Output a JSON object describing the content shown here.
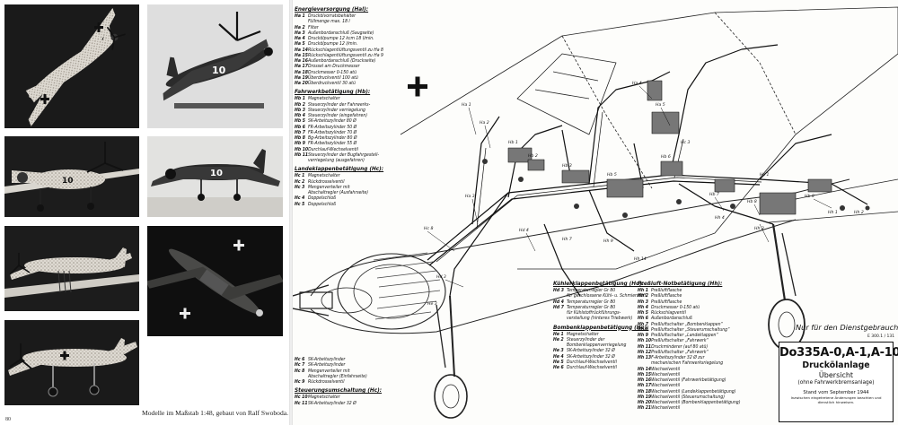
{
  "left_page": {
    "caption": "Modelle im Maßstab 1:48, gebaut von Ralf Swoboda.",
    "page_number": "80",
    "photos": [
      {
        "name": "model-photo-top-view",
        "tail_number": ""
      },
      {
        "name": "model-photo-dark-banking",
        "tail_number": "10"
      },
      {
        "name": "model-photo-light-front",
        "tail_number": "10"
      },
      {
        "name": "model-photo-dark-ground",
        "tail_number": "10"
      },
      {
        "name": "model-photo-light-side",
        "tail_number": ""
      },
      {
        "name": "model-photo-dark-top",
        "tail_number": ""
      },
      {
        "name": "model-photo-light-undercarriage",
        "tail_number": ""
      }
    ]
  },
  "right_page": {
    "legend_a": {
      "groups": [
        {
          "heading": "Energieversorgung (Hal):",
          "items": [
            {
              "code": "Ha 1",
              "text": "Druckölvorratsbehälter"
            },
            {
              "code": "",
              "text": "Füllmenge max. 18 l"
            },
            {
              "code": "Ha 2",
              "text": "Filter"
            },
            {
              "code": "Ha 3",
              "text": "Außenbordanschluß (Saugseite)"
            },
            {
              "code": "Ha 4",
              "text": "Druckölpumpe 12 kcm 18 l/min."
            },
            {
              "code": "Ha 5",
              "text": "Druckölpumpe 12 l/min."
            },
            {
              "code": "Ha 14",
              "text": "Rückschlagentlüftungsventil zu Ha 8"
            },
            {
              "code": "Ha 15",
              "text": "Rückschlagentlüftungsventil zu Ha 9"
            },
            {
              "code": "Ha 16",
              "text": "Außenbordanschluß (Druckseite)"
            },
            {
              "code": "Ha 17",
              "text": "Drossel am Druckmesser"
            },
            {
              "code": "Ha 18",
              "text": "Druckmesser 0-150 atü"
            },
            {
              "code": "Ha 19",
              "text": "Überdruckventil 100 atü"
            },
            {
              "code": "Ha 20",
              "text": "Überdruckventil 30 atü"
            }
          ]
        },
        {
          "heading": "Fahrwerkbetätigung (Hb):",
          "items": [
            {
              "code": "Hb 1",
              "text": "Magnetschalter"
            },
            {
              "code": "Hb 2",
              "text": "Steuerzylinder der Fahrwerks-"
            },
            {
              "code": "Hb 3",
              "text": "Steuerzylinder verriegelung"
            },
            {
              "code": "Hb 4",
              "text": "Steuerzylinder (eingefahren)"
            },
            {
              "code": "Hb 5",
              "text": "SK-Arbeitszylinder 80 Ø"
            },
            {
              "code": "Hb 6",
              "text": "FR-Arbeitszylinder 50 Ø"
            },
            {
              "code": "Hb 7",
              "text": "FR-Arbeitszylinder 70 Ø"
            },
            {
              "code": "Hb 8",
              "text": "Bg-Arbeitszylinder 80 Ø"
            },
            {
              "code": "Hb 9",
              "text": "FR-Arbeitszylinder 55 Ø"
            },
            {
              "code": "Hb 10",
              "text": "Durchlauf-Wechselventil"
            },
            {
              "code": "Hb 11",
              "text": "Steuerzylinder der Bugfahrgestell-"
            },
            {
              "code": "",
              "text": "verriegelung (ausgefahren)"
            }
          ]
        },
        {
          "heading": "Landeklappenbetätigung (Hc):",
          "items": [
            {
              "code": "Hc 1",
              "text": "Magnetschalter"
            },
            {
              "code": "Hc 2",
              "text": "Rückdrosselventil"
            },
            {
              "code": "Hc 3",
              "text": "Mengenverteiler mit"
            },
            {
              "code": "",
              "text": "Abschaltregler (Ausfahrseite)"
            },
            {
              "code": "Hc 4",
              "text": "Doppelschloß"
            },
            {
              "code": "Hc 5",
              "text": "Doppelschloß"
            }
          ]
        }
      ]
    },
    "legend_b": {
      "groups": [
        {
          "heading": "Kühlerklappenbetätigung (Hd):",
          "items": [
            {
              "code": "Hd 3",
              "text": "Temperaturregler Gr 80"
            },
            {
              "code": "",
              "text": "für geschlossene Kühl- u. Schmierstoff-"
            },
            {
              "code": "Hd 4",
              "text": "Temperaturregler Gr 80"
            },
            {
              "code": "Hd 7",
              "text": "Temperaturregler Gr 80"
            },
            {
              "code": "",
              "text": "für Kühlstoffrückführungs-"
            },
            {
              "code": "",
              "text": "verstellung (hinteres Triebwerk)"
            }
          ]
        },
        {
          "heading": "Bombenklappenbetätigung (He):",
          "items": [
            {
              "code": "He 1",
              "text": "Magnetschalter"
            },
            {
              "code": "He 2",
              "text": "Steuerzylinder der"
            },
            {
              "code": "",
              "text": "Bombenklappenverriegelung"
            },
            {
              "code": "He 3",
              "text": "SK-Arbeitszylinder 32 Ø"
            },
            {
              "code": "He 4",
              "text": "SK-Arbeitszylinder 32 Ø"
            },
            {
              "code": "He 5",
              "text": "Durchlauf-Wechselventil"
            },
            {
              "code": "He 6",
              "text": "Durchlauf-Wechselventil"
            }
          ]
        }
      ]
    },
    "legend_c": {
      "groups": [
        {
          "heading": "Preßluft-Notbetätigung (Hh):",
          "items": [
            {
              "code": "Hh 1",
              "text": "Preßluftflasche"
            },
            {
              "code": "Hh 2",
              "text": "Preßluftflasche"
            },
            {
              "code": "Hh 3",
              "text": "Preßluftflasche"
            },
            {
              "code": "Hh 4",
              "text": "Druckmesser 0-150 atü"
            },
            {
              "code": "Hh 5",
              "text": "Rückschlagventil"
            },
            {
              "code": "Hh 6",
              "text": "Außenbordanschluß"
            },
            {
              "code": "Hh 7",
              "text": "Preßluftschalter „Bombenklappen“"
            },
            {
              "code": "Hh 8",
              "text": "Preßluftschalter „Steuerumschaltung“"
            },
            {
              "code": "Hh 9",
              "text": "Preßluftschalter „Landeklappen“"
            },
            {
              "code": "Hh 10",
              "text": "Preßluftschalter „Fahrwerk“"
            },
            {
              "code": "Hh 11",
              "text": "Druckminderer (auf 80 atü)"
            },
            {
              "code": "Hh 12",
              "text": "Preßluftschalter „Fahrwerk“"
            },
            {
              "code": "Hh 13",
              "text": "F-Arbeitszylinder 32 Ø zur"
            },
            {
              "code": "",
              "text": "mechanischen Fahrwerksriegelung"
            },
            {
              "code": "Hh 14",
              "text": "Wechselventil"
            },
            {
              "code": "Hh 15",
              "text": "Wechselventil"
            },
            {
              "code": "Hh 16",
              "text": "Wechselventil (Fahrwerkbetätigung)"
            },
            {
              "code": "Hh 17",
              "text": "Wechselventil"
            },
            {
              "code": "Hh 18",
              "text": "Wechselventil (Landeklappenbetätigung)"
            },
            {
              "code": "Hh 19",
              "text": "Wechselventil (Steuerumschaltung)"
            },
            {
              "code": "Hh 20",
              "text": "Wechselventil (Bombenklappenbetätigung)"
            },
            {
              "code": "Hh 21",
              "text": "Wechselventil"
            }
          ]
        }
      ]
    },
    "legend_d": {
      "groups": [
        {
          "heading": "",
          "items": [
            {
              "code": "Hc 6",
              "text": "SK-Arbeitszylinder"
            },
            {
              "code": "Hc 7",
              "text": "SK-Arbeitszylinder"
            },
            {
              "code": "Hc 8",
              "text": "Mengenverteiler mit"
            },
            {
              "code": "",
              "text": "Abschaltregler (Einfahrseite)"
            },
            {
              "code": "Hc 9",
              "text": "Rückdrosselventil"
            }
          ]
        },
        {
          "heading": "Steuerungsumschaltung (Hc):",
          "items": [
            {
              "code": "Hc 10",
              "text": "Magnetschalter"
            },
            {
              "code": "Hc 11",
              "text": "SK-Arbeitszylinder 32 Ø"
            }
          ]
        }
      ]
    },
    "notice": "Nur für den Dienstgebrauch!",
    "notice_code": "E 300.1 / 131",
    "title_block": {
      "main": "Do335A-0,A-1,A-10",
      "sub": "Druckölanlage",
      "sub2": "Übersicht",
      "sub3": "(ohne Fahrwerkbremsanlage)",
      "date": "Stand vom September 1944",
      "note_line1": "Inzwischen eingetretene Änderungen beachten und",
      "note_line2": "dienstlich hinweisen."
    },
    "callouts": [
      "Ha 1",
      "Ha 2",
      "Ha 3",
      "Ha 4",
      "Ha 5",
      "Hb 1",
      "Hb 2",
      "Hb 3",
      "Hb 5",
      "Hb 6",
      "Hb 7",
      "Hb 8",
      "Hb 9",
      "Hc 1",
      "Hc 3",
      "Hc 8",
      "Hd 3",
      "Hd 4",
      "Hh 1",
      "Hh 2",
      "Hh 3",
      "Hh 4",
      "Hh 7",
      "Hh 9",
      "Hh 14",
      "He 3"
    ]
  },
  "colors": {
    "ink": "#111111",
    "paper": "#fdfdfb",
    "photo_dark": "#2a2a2a",
    "photo_light": "#e8e4dc"
  }
}
